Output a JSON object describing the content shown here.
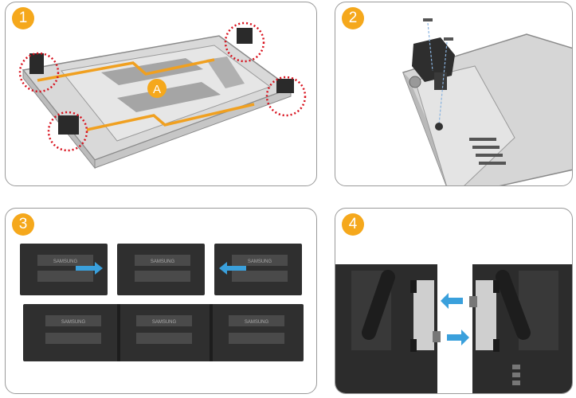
{
  "steps": {
    "s1": "1",
    "s2": "2",
    "s3": "3",
    "s4": "4"
  },
  "callout_a": "A",
  "screen_brand": "SAMSUNG",
  "colors": {
    "step_badge": "#f5a81c",
    "highlight_circle": "#d8101c",
    "guide_line": "#f0a020",
    "arrow": "#3aa0dc"
  }
}
